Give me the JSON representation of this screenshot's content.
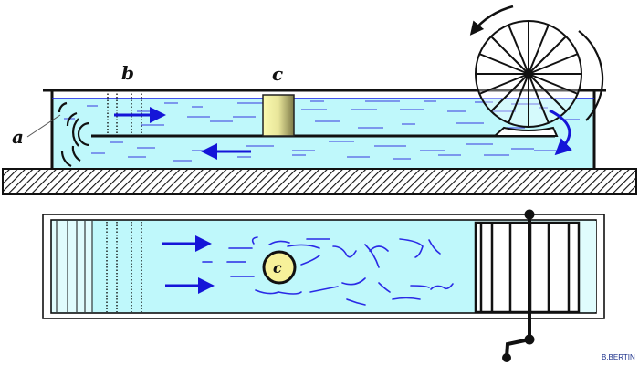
{
  "diagram": {
    "labels": {
      "a": "a",
      "b": "b",
      "c_side": "c",
      "c_top": "c"
    },
    "credit": "B.BERTIN",
    "colors": {
      "water": "#bff8fb",
      "water_lines": "#3a3ae0",
      "arrow": "#1515d8",
      "obstacle": "#f0f0a0",
      "outline": "#111111"
    },
    "icons": {
      "flow_arrow": "right-arrow-icon",
      "return_arrow": "left-arrow-icon",
      "rotation_arrow": "curved-arrow-icon",
      "paddle_wheel": "paddle-wheel-icon"
    }
  }
}
